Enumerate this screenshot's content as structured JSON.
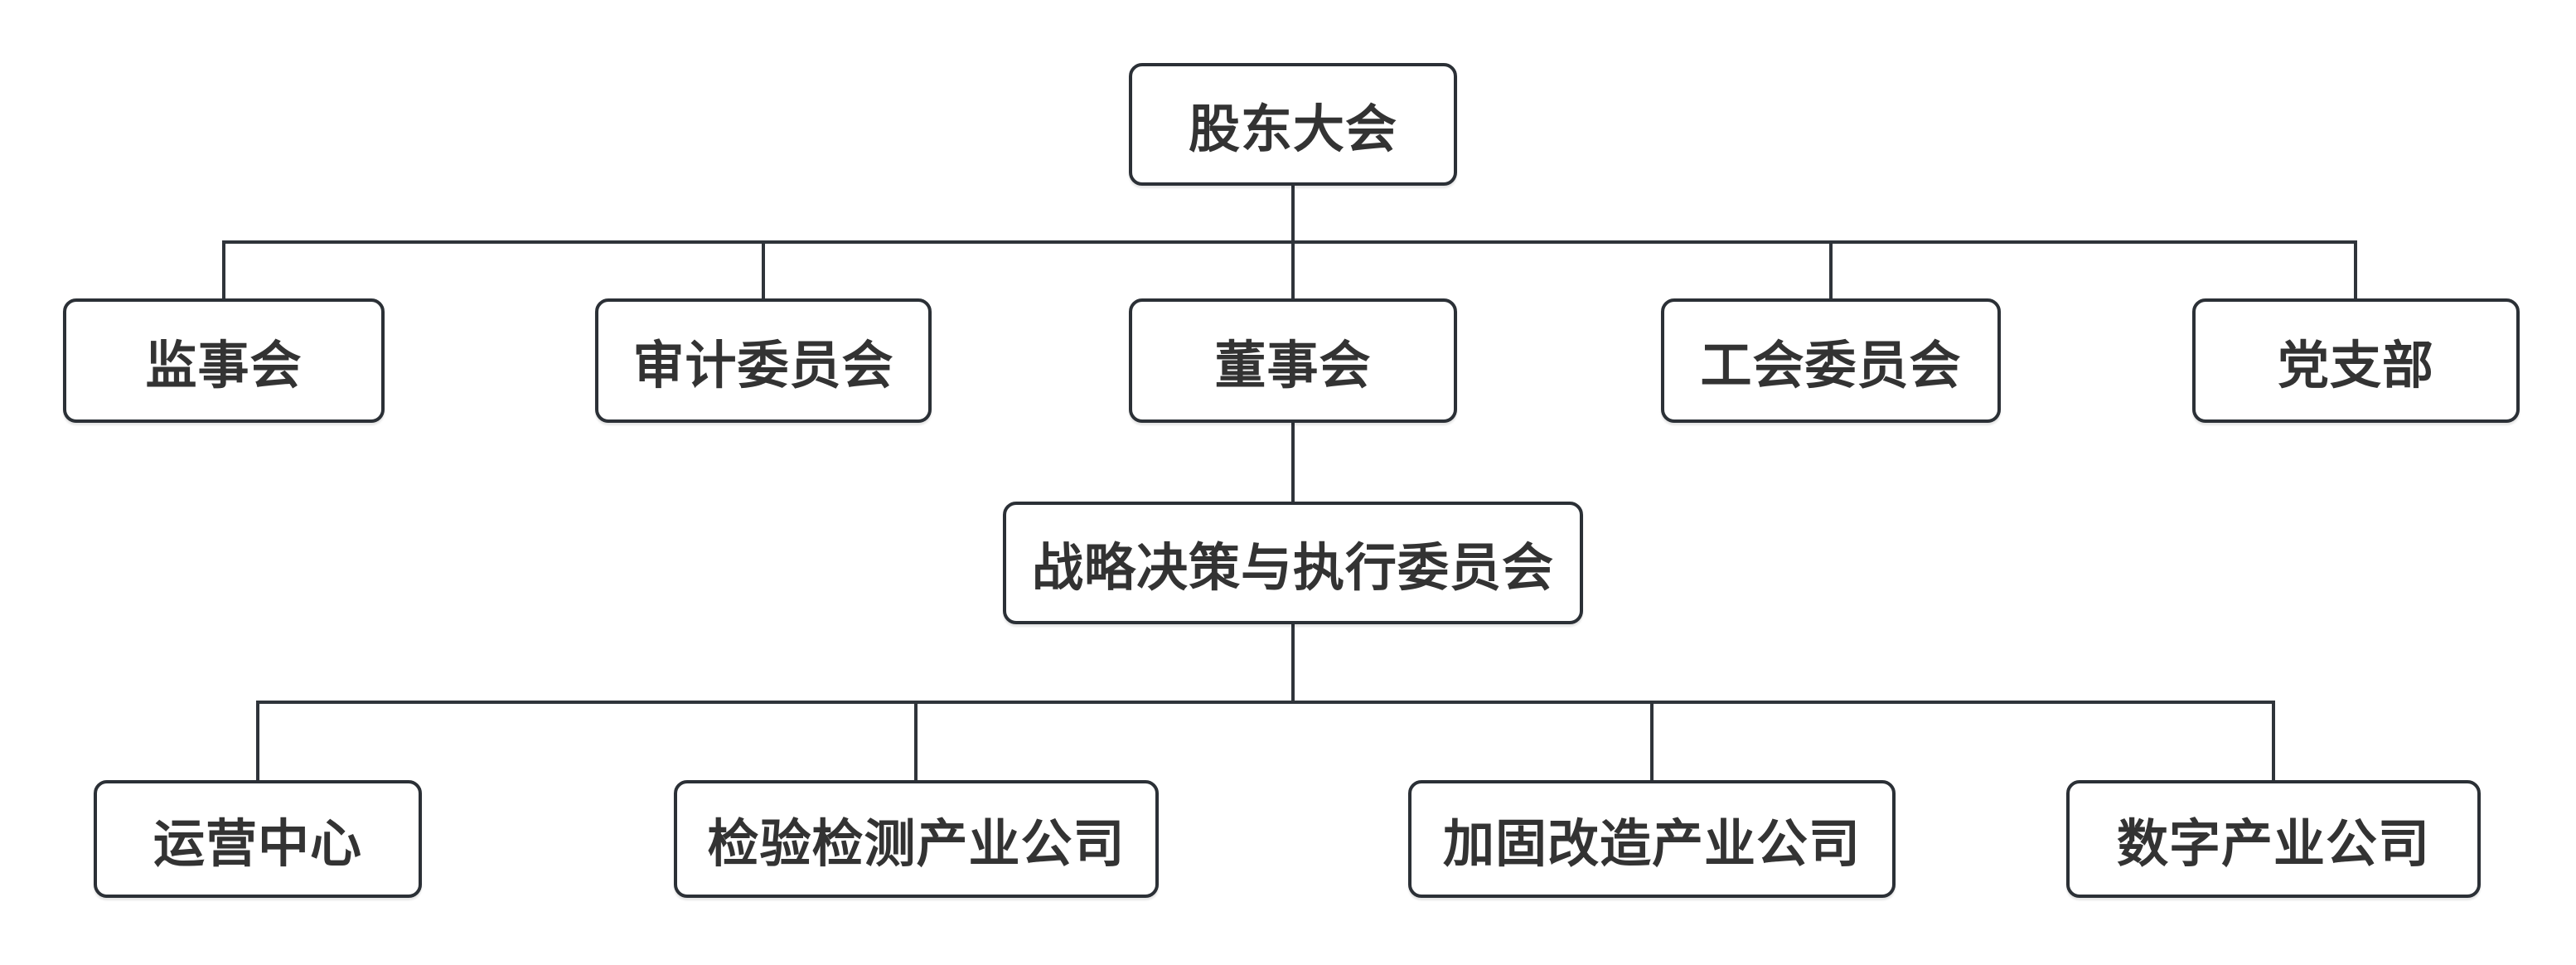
{
  "colors": {
    "background": "#ffffff",
    "node_border": "#2b3036",
    "connector_line": "#2f343a",
    "node_text": "#333333"
  },
  "org_chart": {
    "type": "org-tree",
    "level1": [
      {
        "label": "股东大会"
      }
    ],
    "level2": [
      {
        "label": "监事会"
      },
      {
        "label": "审计委员会"
      },
      {
        "label": "董事会"
      },
      {
        "label": "工会委员会"
      },
      {
        "label": "党支部"
      }
    ],
    "level3": [
      {
        "label": "战略决策与执行委员会"
      }
    ],
    "level4": [
      {
        "label": "运营中心"
      },
      {
        "label": "检验检测产业公司"
      },
      {
        "label": "加固改造产业公司"
      },
      {
        "label": "数字产业公司"
      }
    ],
    "edges": [
      {
        "from": "股东大会",
        "to": "监事会"
      },
      {
        "from": "股东大会",
        "to": "审计委员会"
      },
      {
        "from": "股东大会",
        "to": "董事会"
      },
      {
        "from": "股东大会",
        "to": "工会委员会"
      },
      {
        "from": "股东大会",
        "to": "党支部"
      },
      {
        "from": "董事会",
        "to": "战略决策与执行委员会"
      },
      {
        "from": "战略决策与执行委员会",
        "to": "运营中心"
      },
      {
        "from": "战略决策与执行委员会",
        "to": "检验检测产业公司"
      },
      {
        "from": "战略决策与执行委员会",
        "to": "加固改造产业公司"
      },
      {
        "from": "战略决策与执行委员会",
        "to": "数字产业公司"
      }
    ]
  }
}
